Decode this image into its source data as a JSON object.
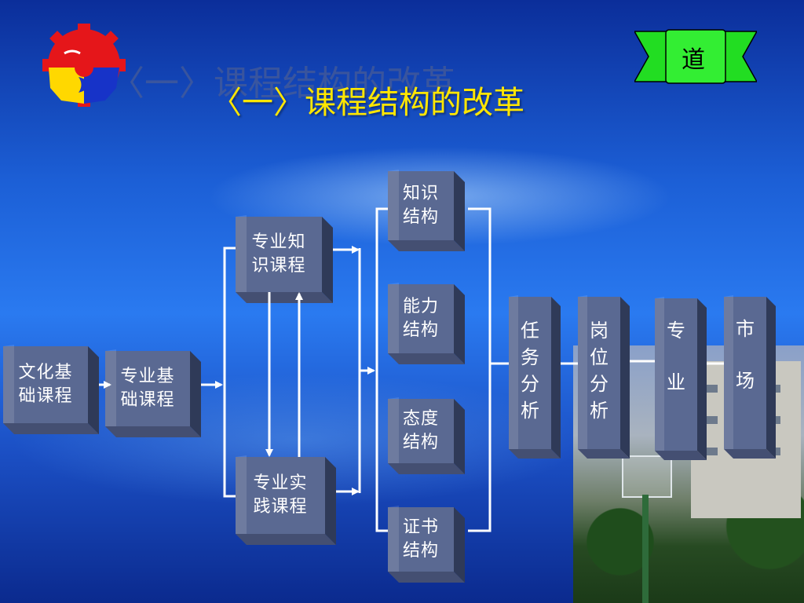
{
  "title": "〈一〉课程结构的改革",
  "badge": "道",
  "colors": {
    "box_face": "#5a6992",
    "box_side": "#2f3a58",
    "box_bottom": "#444f72",
    "title": "#ffe600",
    "badge": "#22dd22"
  },
  "boxes": {
    "wenhua": "文化基础课程",
    "zhuanye_jichu": "专业基础课程",
    "zhuanye_zhishi": "专业知识课程",
    "zhuanye_shijian": "专业实践课程",
    "zhishi_jiegou": "知识结构",
    "nengli_jiegou": "能力结构",
    "taidu_jiegou": "态度结构",
    "zhengshu_jiegou": "证书结构",
    "renwu_fenxi": "任务分析",
    "gangwei_fenxi": "岗位分析",
    "zhuanye": "专业",
    "shichang": "市场"
  }
}
